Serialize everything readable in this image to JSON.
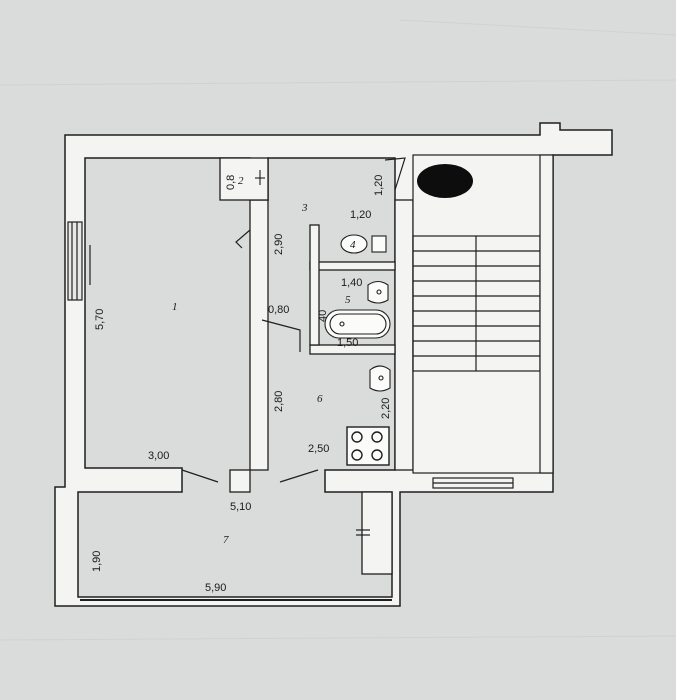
{
  "plan": {
    "colors": {
      "paper": "#d9dcdb",
      "wall_fill": "#f4f4f2",
      "line": "#1f1f1f",
      "blot": "#0d0d0d"
    },
    "rooms": {
      "r1": "1",
      "r2": "2",
      "r3": "3",
      "r4": "4",
      "r5": "5",
      "r6": "6",
      "r7": "7"
    },
    "dimensions": {
      "d_570": "5,70",
      "d_08": "0,8",
      "d_290": "2,90",
      "d_120_a": "1,20",
      "d_120_b": "1,20",
      "d_140": "1,40",
      "d_080": "0,80",
      "d_40": "40",
      "d_150": "1,50",
      "d_280": "2,80",
      "d_220": "2,20",
      "d_300": "3,00",
      "d_250": "2,50",
      "d_510": "5,10",
      "d_190": "1,90",
      "d_590": "5,90"
    },
    "icons": [
      "toilet-icon",
      "washbasin-icon",
      "bathtub-icon",
      "kitchen-sink-icon",
      "stove-icon",
      "staircase-icon",
      "window-icon",
      "door-icon"
    ]
  }
}
